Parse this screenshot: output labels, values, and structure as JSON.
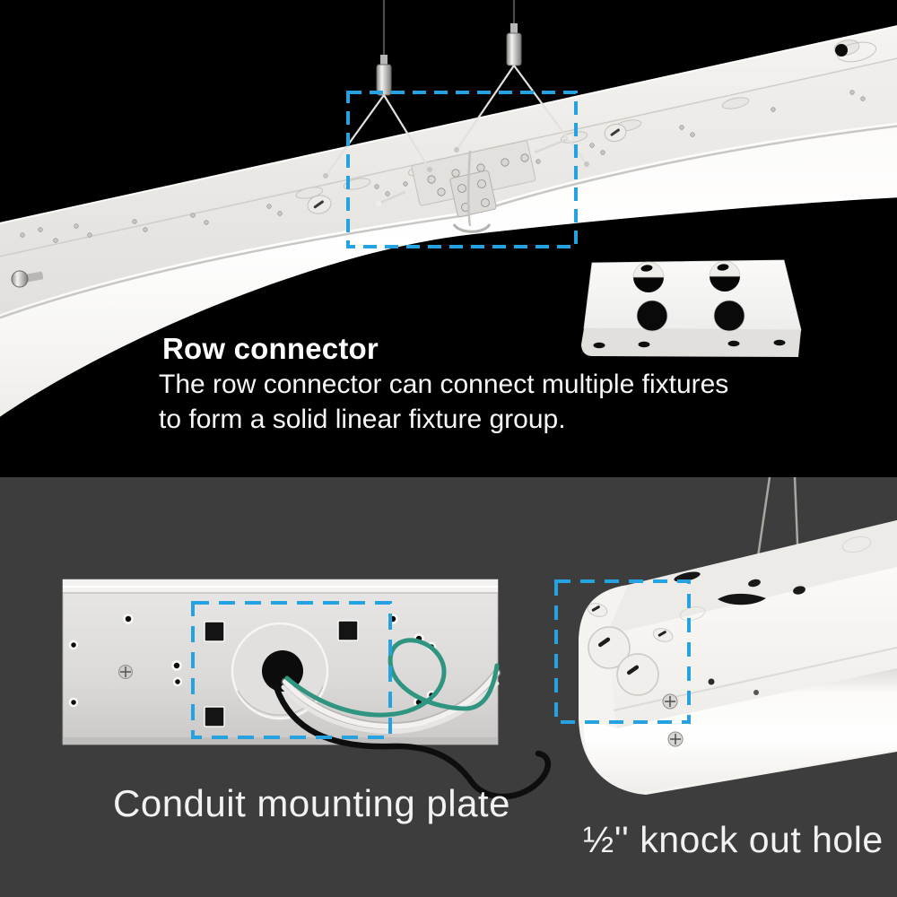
{
  "top_section": {
    "heading": "Row connector",
    "body_lines": [
      "The row connector can connect multiple fixtures",
      "to form a solid linear fixture group."
    ]
  },
  "bottom_left": {
    "caption": "Conduit mounting plate"
  },
  "bottom_right": {
    "caption": "½'' knock out hole"
  },
  "colors": {
    "top_background": "#000000",
    "bottom_background": "#3d3d3d",
    "highlight_box": "#25a2df",
    "text": "#ffffff",
    "fixture_white": "#f2f0ec",
    "wire_green": "#2f9580",
    "wire_black": "#0e0e0e",
    "wire_white": "#f2f1ef"
  }
}
